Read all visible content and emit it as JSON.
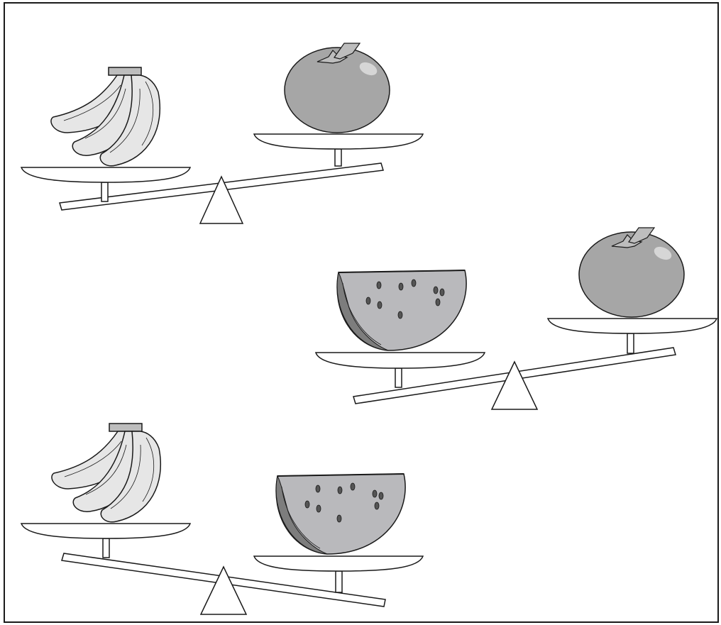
{
  "figure": {
    "kind": "balance-scale comparison of fruit weights",
    "scales": [
      {
        "id": "scale-1",
        "left_pan": "bananas",
        "right_pan": "orange",
        "heavier_side": "left"
      },
      {
        "id": "scale-2",
        "left_pan": "watermelon",
        "right_pan": "orange",
        "heavier_side": "left"
      },
      {
        "id": "scale-3",
        "left_pan": "bananas",
        "right_pan": "watermelon",
        "heavier_side": "right"
      }
    ],
    "colors": {
      "line": "#1a1a1a",
      "banana_fill": "#e6e6e6",
      "orange_fill": "#a6a6a6",
      "melon_flesh": "#b9b9bc",
      "melon_rind": "#7d7d7d",
      "stem_fill": "#bdbdbd"
    }
  }
}
